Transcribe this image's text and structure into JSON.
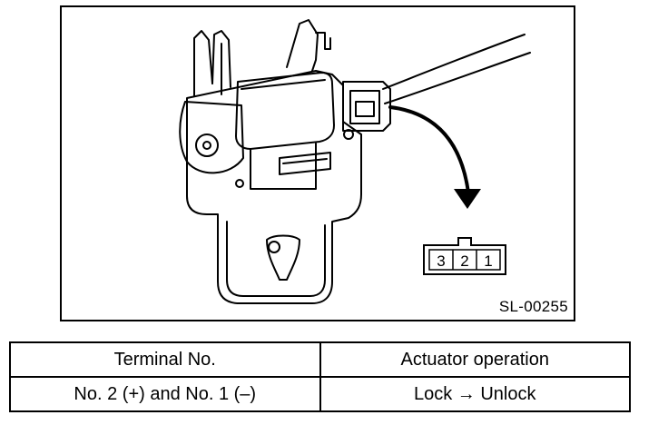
{
  "figure": {
    "code": "SL-00255",
    "connector_terminals": [
      "3",
      "2",
      "1"
    ]
  },
  "table": {
    "headers": [
      "Terminal No.",
      "Actuator operation"
    ],
    "rows": [
      [
        "No. 2 (+) and No. 1 (–)",
        "Lock → Unlock"
      ]
    ]
  }
}
